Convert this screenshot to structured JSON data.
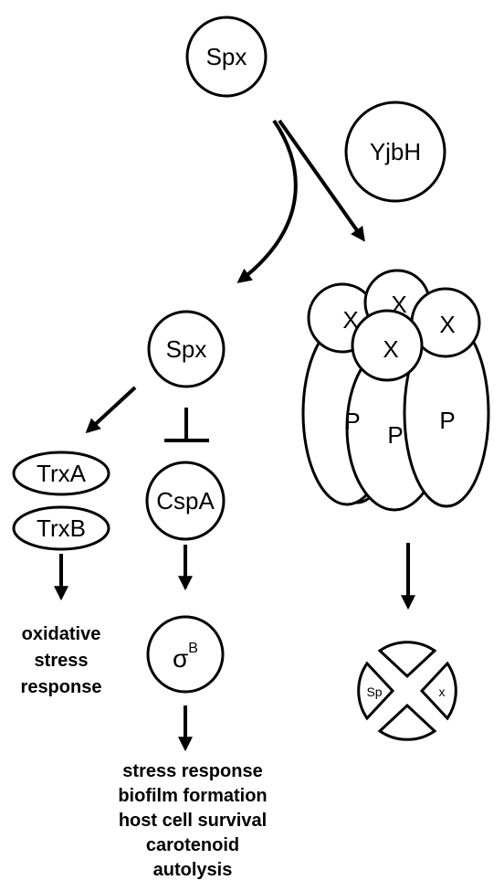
{
  "nodes": {
    "spx_top": "Spx",
    "yjbh": "YjbH",
    "spx_mid": "Spx",
    "trxa": "TrxA",
    "trxb": "TrxB",
    "cspa": "CspA",
    "sigma_base": "σ",
    "sigma_sup": "B"
  },
  "protease": {
    "x_labels": [
      "X",
      "X",
      "X",
      "X"
    ],
    "p_labels": [
      "P",
      "P",
      "P"
    ]
  },
  "fragments": {
    "left": "Sp",
    "right": "x"
  },
  "outcomes": {
    "oxidative": [
      "oxidative",
      "stress",
      "response"
    ],
    "sigma": [
      "stress response",
      "biofilm formation",
      "host cell survival",
      "carotenoid",
      "autolysis"
    ]
  }
}
